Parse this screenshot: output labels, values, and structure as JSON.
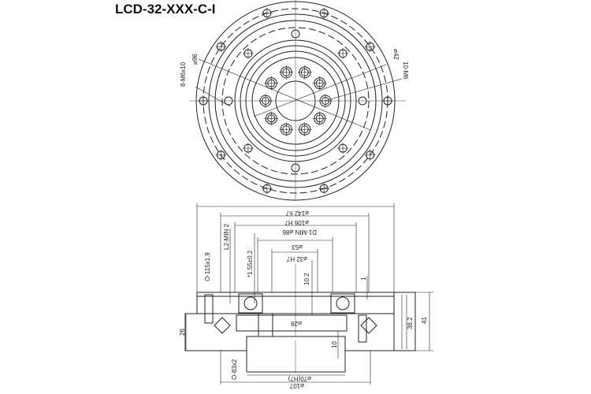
{
  "title": "LCD-32-XXX-C-I",
  "front_view": {
    "labels": {
      "bolt_circle_outer": "⌀96",
      "holes_outer": "8-M6x10",
      "bolt_circle_inner": "⌀42",
      "holes_inner": "10-M6"
    },
    "outer_hole_count": 10,
    "inner_hole_count": 8,
    "center_hole_count": 10
  },
  "side_view": {
    "dims": {
      "d142": "⌀142 h7",
      "d106": "⌀106 H7",
      "d86": "D1-MIN ⌀86",
      "d53": "⌀53",
      "d32": "⌀32 H7",
      "oring_top": "O-115x1.9",
      "l2": "L2-MIN 2",
      "offset": "*1.55±0.2",
      "h10_2": "10.2",
      "h1": "1",
      "d29": "⌀29",
      "h10": "10",
      "oring_bottom": "O-83x2",
      "d70": "⌀70(H7)",
      "d107": "⌀107",
      "h26": "26",
      "h38_2": "38.2",
      "h41": "41"
    }
  }
}
